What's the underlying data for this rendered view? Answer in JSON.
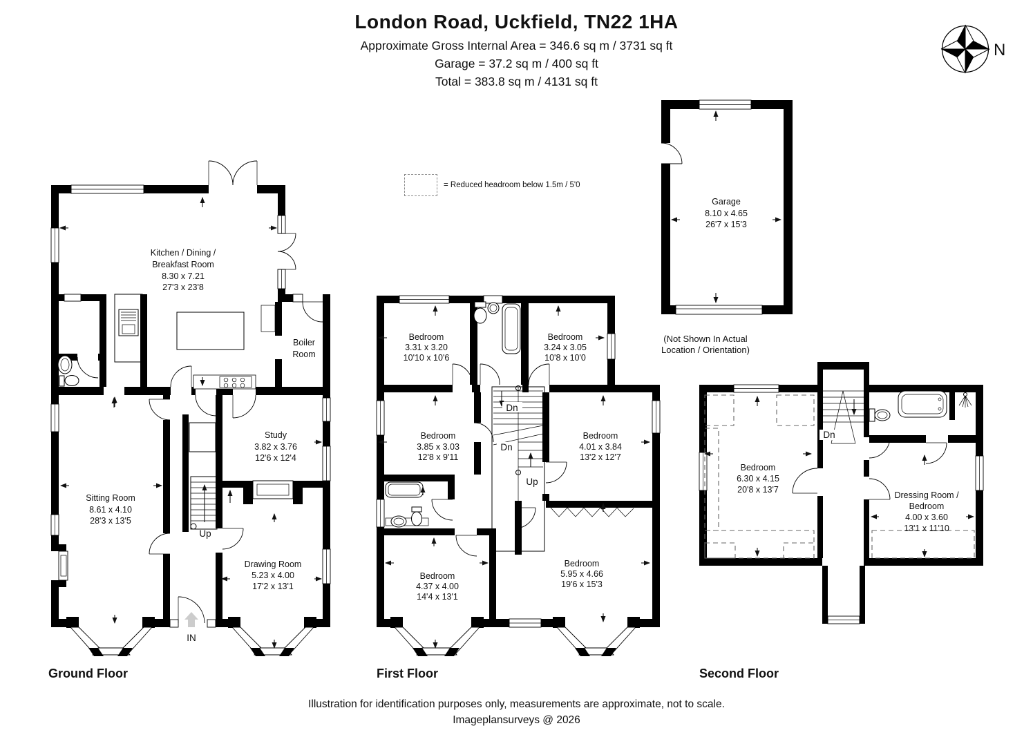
{
  "header": {
    "title": "London Road, Uckfield, TN22 1HA",
    "line1": "Approximate Gross Internal Area = 346.6 sq m / 3731 sq ft",
    "line2": "Garage = 37.2 sq m / 400 sq ft",
    "line3": "Total = 383.8 sq m / 4131 sq ft"
  },
  "compass": {
    "north": "N"
  },
  "legend": {
    "text": "= Reduced headroom below 1.5m / 5'0"
  },
  "garage": {
    "name": "Garage",
    "metric": "8.10 x 4.65",
    "imperial": "26'7 x 15'3",
    "note1": "(Not Shown In Actual",
    "note2": "Location / Orientation)"
  },
  "ground": {
    "label": "Ground Floor",
    "kitchen": {
      "n1": "Kitchen / Dining /",
      "n2": "Breakfast Room",
      "m": "8.30 x 7.21",
      "i": "27'3 x 23'8"
    },
    "boiler": {
      "n1": "Boiler",
      "n2": "Room"
    },
    "study": {
      "n": "Study",
      "m": "3.82 x 3.76",
      "i": "12'6 x 12'4"
    },
    "sitting": {
      "n": "Sitting Room",
      "m": "8.61 x 4.10",
      "i": "28'3 x 13'5"
    },
    "drawing": {
      "n": "Drawing Room",
      "m": "5.23 x 4.00",
      "i": "17'2 x 13'1"
    },
    "up": "Up",
    "entry": "IN"
  },
  "first": {
    "label": "First Floor",
    "bed1": {
      "n": "Bedroom",
      "m": "3.31 x 3.20",
      "i": "10'10 x 10'6"
    },
    "bed2": {
      "n": "Bedroom",
      "m": "3.24 x 3.05",
      "i": "10'8 x 10'0"
    },
    "bed3": {
      "n": "Bedroom",
      "m": "3.85 x 3.03",
      "i": "12'8 x 9'11"
    },
    "bed4": {
      "n": "Bedroom",
      "m": "4.01 x 3.84",
      "i": "13'2 x 12'7"
    },
    "bed5": {
      "n": "Bedroom",
      "m": "4.37 x 4.00",
      "i": "14'4 x 13'1"
    },
    "bed6": {
      "n": "Bedroom",
      "m": "5.95 x 4.66",
      "i": "19'6 x 15'3"
    },
    "dn1": "Dn",
    "dn2": "Dn",
    "up": "Up"
  },
  "second": {
    "label": "Second Floor",
    "bed7": {
      "n": "Bedroom",
      "m": "6.30 x 4.15",
      "i": "20'8 x 13'7"
    },
    "dressing": {
      "n1": "Dressing Room /",
      "n2": "Bedroom",
      "m": "4.00 x 3.60",
      "i": "13'1 x 11'10"
    },
    "dn": "Dn"
  },
  "footer": {
    "line1": "Illustration for identification purposes only, measurements are approximate, not to scale.",
    "line2": "Imageplansurveys @ 2026"
  }
}
